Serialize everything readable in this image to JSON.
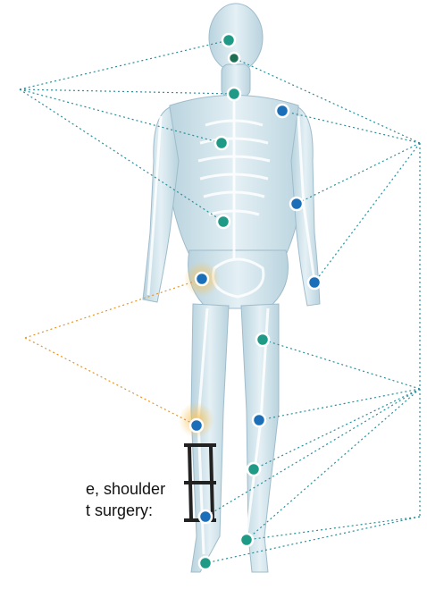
{
  "caption": {
    "line1": "e, shoulder",
    "line2": "t surgery:"
  },
  "colors": {
    "teal_marker": "#1f9a86",
    "blue_marker": "#1a6fb8",
    "dark_marker": "#1e6e55",
    "teal_line": "#2a8f9a",
    "orange_line": "#e6952a",
    "body_fill": "#cfe3ec",
    "bone_fill": "#e9f2f5",
    "orange_glow": "#f7c45e"
  },
  "icons": [
    "anatomy-figure",
    "marker-dot"
  ]
}
